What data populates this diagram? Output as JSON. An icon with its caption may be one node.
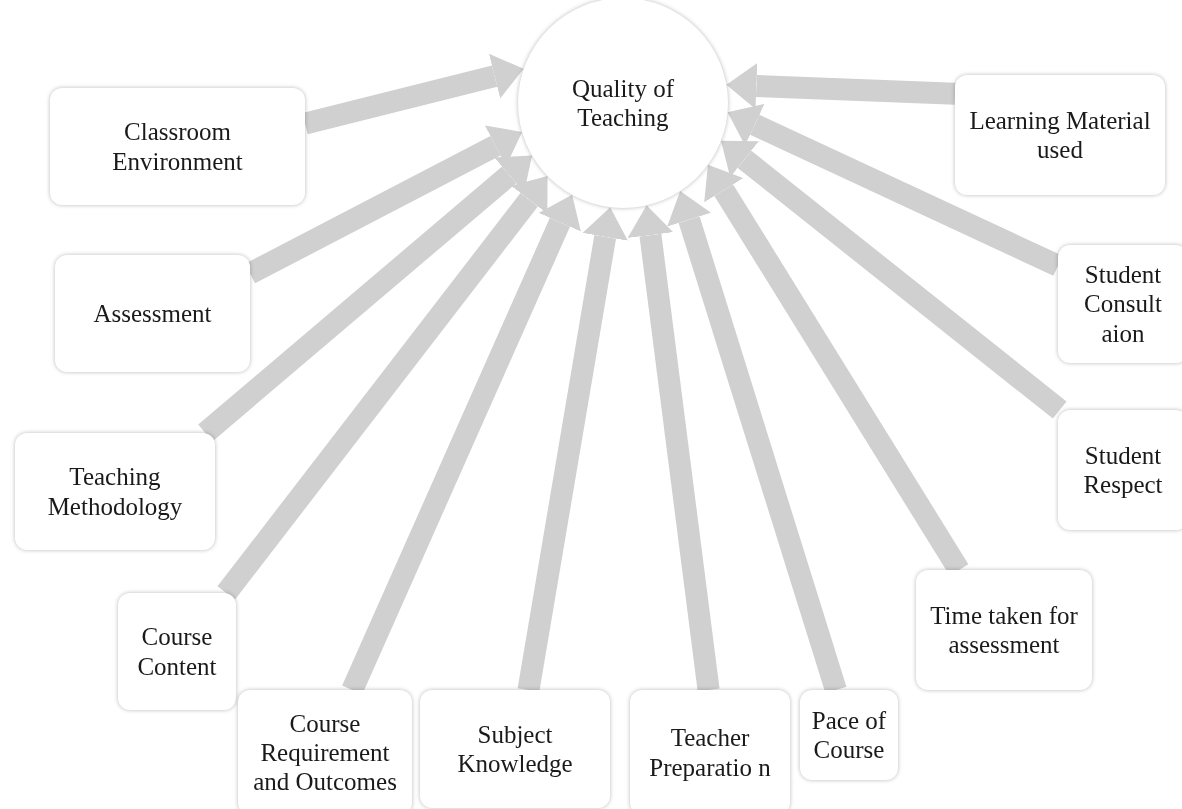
{
  "diagram": {
    "nodes": [
      {
        "text": [
          "Quality of Teaching"
        ]
      },
      {
        "text": [
          "Classroom Environment"
        ]
      },
      {
        "text": [
          "Assessment"
        ]
      },
      {
        "text": [
          "Teaching Methodology"
        ]
      },
      {
        "text": [
          "Course Content"
        ]
      },
      {
        "text": [
          "Course Requirement and Outcomes"
        ]
      },
      {
        "text": [
          "Subject Knowledge"
        ]
      },
      {
        "text": [
          "Teacher Preparatio n"
        ]
      },
      {
        "text": [
          "Pace of Course"
        ]
      },
      {
        "text": [
          "Time taken for assessment"
        ]
      },
      {
        "text": [
          "Student Respect"
        ]
      },
      {
        "text": [
          "Student Consult aion"
        ]
      },
      {
        "text": [
          "Learning Material used"
        ]
      }
    ],
    "edges": [
      {
        "from": 1,
        "to": 0,
        "arrow": "to"
      },
      {
        "from": 2,
        "to": 0,
        "arrow": "to"
      },
      {
        "from": 3,
        "to": 0,
        "arrow": "to"
      },
      {
        "from": 4,
        "to": 0,
        "arrow": "to"
      },
      {
        "from": 5,
        "to": 0,
        "arrow": "to"
      },
      {
        "from": 6,
        "to": 0,
        "arrow": "to"
      },
      {
        "from": 7,
        "to": 0,
        "arrow": "to"
      },
      {
        "from": 8,
        "to": 0,
        "arrow": "to"
      },
      {
        "from": 9,
        "to": 0,
        "arrow": "to"
      },
      {
        "from": 10,
        "to": 0,
        "arrow": "to"
      },
      {
        "from": 11,
        "to": 0,
        "arrow": "to"
      },
      {
        "from": 12,
        "to": 0,
        "arrow": "to"
      }
    ]
  }
}
